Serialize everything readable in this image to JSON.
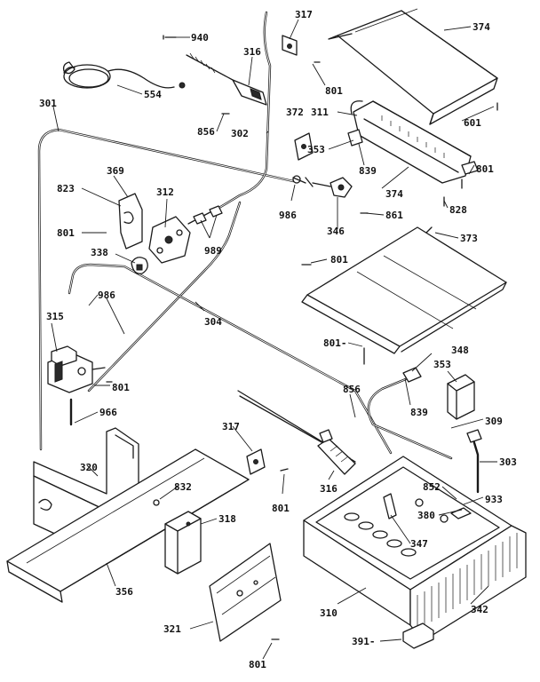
{
  "callouts": [
    {
      "id": "940",
      "label": "940"
    },
    {
      "id": "317a",
      "label": "317"
    },
    {
      "id": "374a",
      "label": "374"
    },
    {
      "id": "554",
      "label": "554"
    },
    {
      "id": "316a",
      "label": "316"
    },
    {
      "id": "801a",
      "label": "801"
    },
    {
      "id": "601a",
      "label": "601"
    },
    {
      "id": "301",
      "label": "301"
    },
    {
      "id": "311",
      "label": "311"
    },
    {
      "id": "372",
      "label": "372"
    },
    {
      "id": "856a",
      "label": "856"
    },
    {
      "id": "302",
      "label": "302"
    },
    {
      "id": "353a",
      "label": "353"
    },
    {
      "id": "369",
      "label": "369"
    },
    {
      "id": "839a",
      "label": "839"
    },
    {
      "id": "801b",
      "label": "801"
    },
    {
      "id": "823",
      "label": "823"
    },
    {
      "id": "312",
      "label": "312"
    },
    {
      "id": "374b",
      "label": "374"
    },
    {
      "id": "828",
      "label": "828"
    },
    {
      "id": "986a",
      "label": "986"
    },
    {
      "id": "861",
      "label": "861"
    },
    {
      "id": "801c",
      "label": "801"
    },
    {
      "id": "989",
      "label": "989"
    },
    {
      "id": "346",
      "label": "346"
    },
    {
      "id": "373",
      "label": "373"
    },
    {
      "id": "338",
      "label": "338"
    },
    {
      "id": "801d",
      "label": "801"
    },
    {
      "id": "986b",
      "label": "986"
    },
    {
      "id": "304",
      "label": "304"
    },
    {
      "id": "315",
      "label": "315"
    },
    {
      "id": "801e",
      "label": "801-"
    },
    {
      "id": "348",
      "label": "348"
    },
    {
      "id": "353b",
      "label": "353"
    },
    {
      "id": "801f",
      "label": "801"
    },
    {
      "id": "856b",
      "label": "856"
    },
    {
      "id": "839b",
      "label": "839"
    },
    {
      "id": "966",
      "label": "966"
    },
    {
      "id": "309",
      "label": "309"
    },
    {
      "id": "317b",
      "label": "317"
    },
    {
      "id": "303",
      "label": "303"
    },
    {
      "id": "320",
      "label": "320"
    },
    {
      "id": "832",
      "label": "832"
    },
    {
      "id": "316b",
      "label": "316"
    },
    {
      "id": "852",
      "label": "852"
    },
    {
      "id": "801g",
      "label": "801"
    },
    {
      "id": "933",
      "label": "933"
    },
    {
      "id": "318",
      "label": "318"
    },
    {
      "id": "380",
      "label": "380"
    },
    {
      "id": "347",
      "label": "347"
    },
    {
      "id": "356",
      "label": "356"
    },
    {
      "id": "310",
      "label": "310"
    },
    {
      "id": "342",
      "label": "342"
    },
    {
      "id": "321",
      "label": "321"
    },
    {
      "id": "391",
      "label": "391-"
    },
    {
      "id": "801h",
      "label": "801"
    }
  ]
}
